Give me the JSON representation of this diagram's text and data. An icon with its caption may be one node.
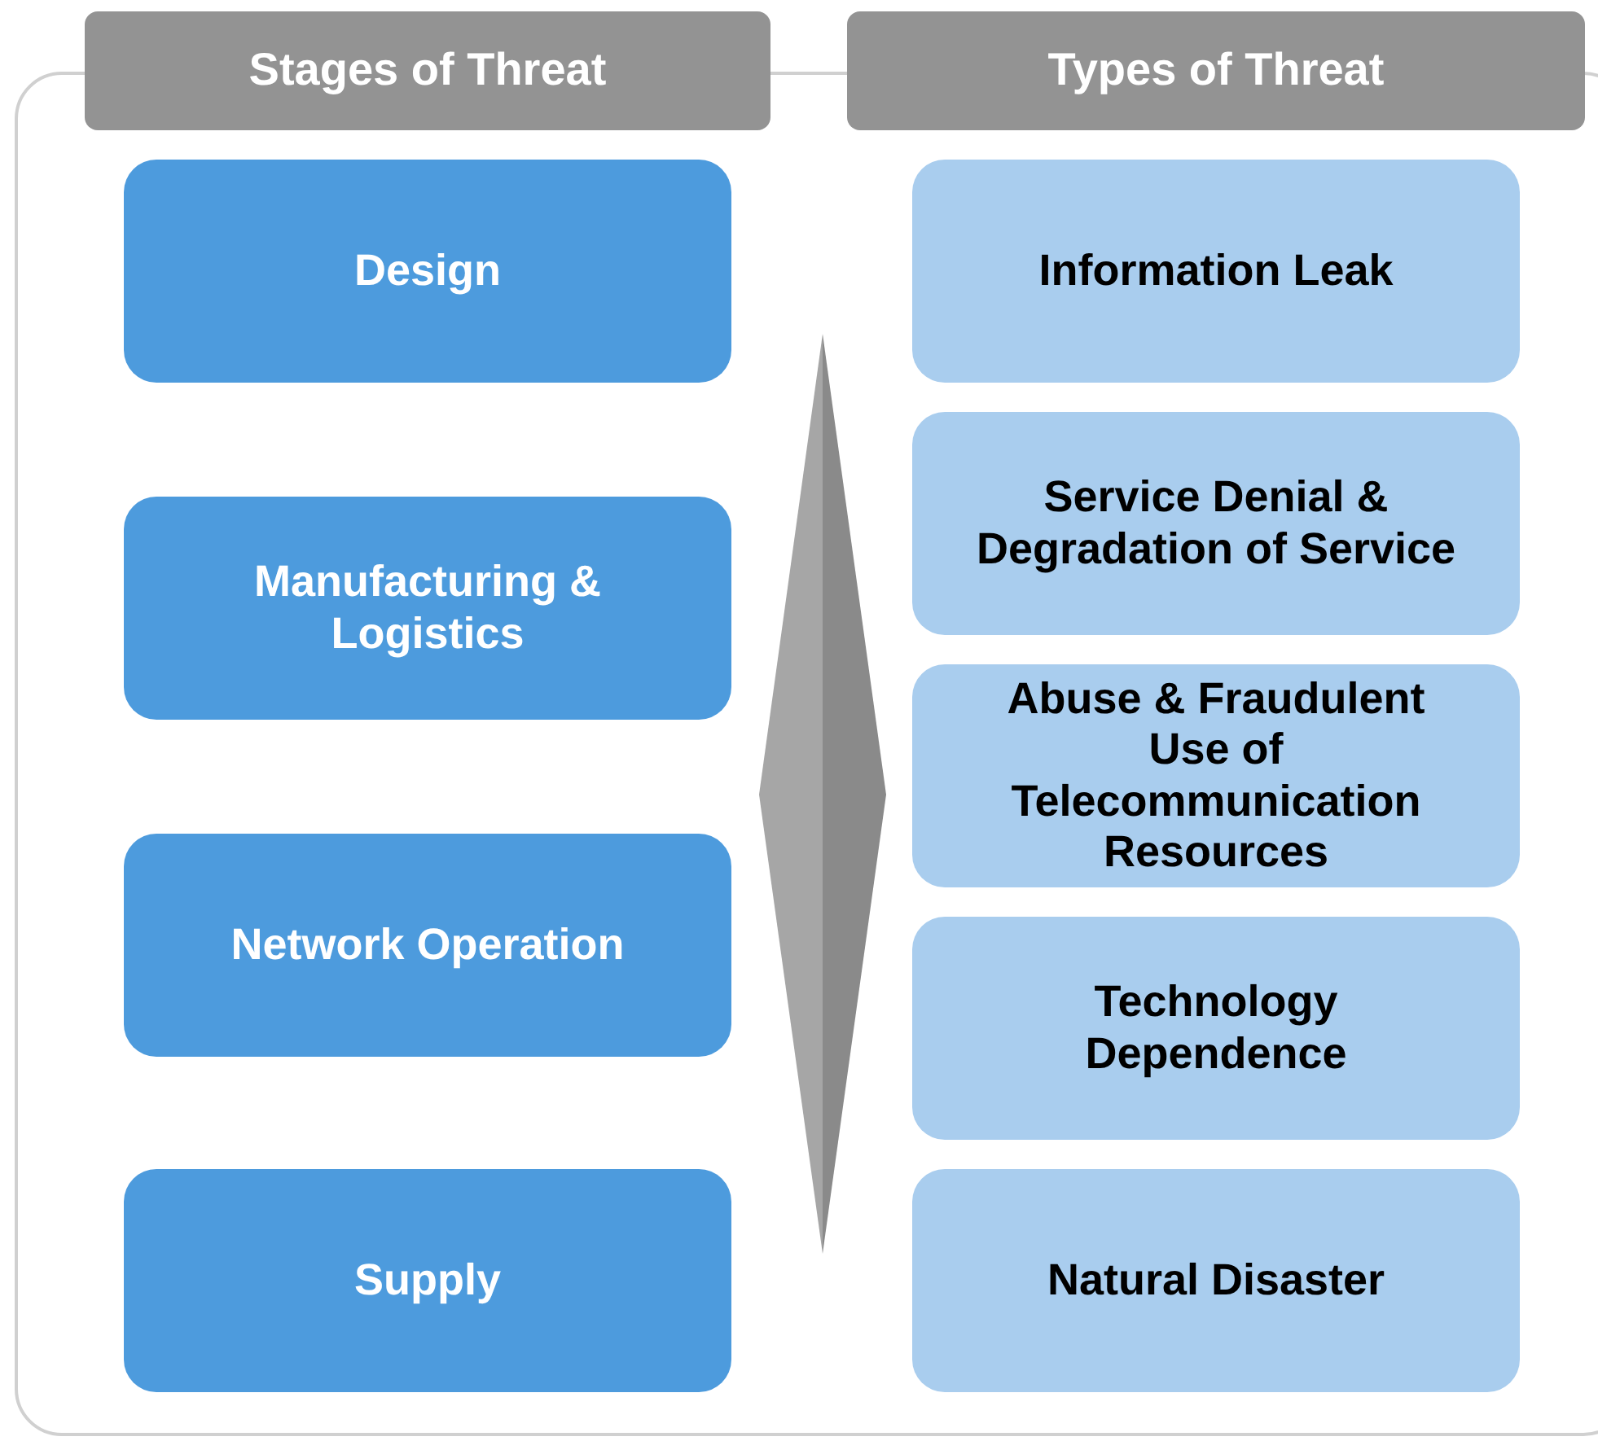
{
  "diagram": {
    "nodes": [
      {
        "text": [
          "Stages of Threat"
        ]
      },
      {
        "text": [
          "Design"
        ]
      },
      {
        "text": [
          "Manufacturing & Logistics"
        ]
      },
      {
        "text": [
          "Network Operation"
        ]
      },
      {
        "text": [
          "Supply"
        ]
      },
      {
        "text": [
          "Types of Threat"
        ]
      },
      {
        "text": [
          "Information Leak"
        ]
      },
      {
        "text": [
          "Service Denial & Degradation of Service"
        ]
      },
      {
        "text": [
          "Abuse & Fraudulent Use of Telecommunication Resources"
        ]
      },
      {
        "text": [
          "Technology Dependence"
        ]
      },
      {
        "text": [
          "Natural Disaster"
        ]
      }
    ]
  }
}
